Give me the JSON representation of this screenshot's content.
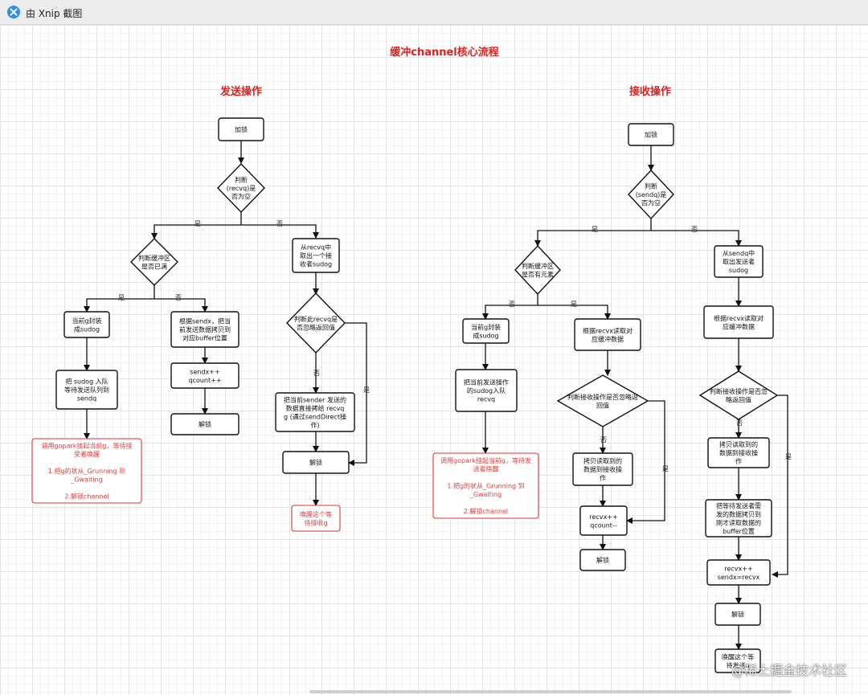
{
  "window": {
    "title": "由 Xnip 截图"
  },
  "diagram": {
    "title": "缓冲channel核心流程",
    "send_title": "发送操作",
    "recv_title": "接收操作",
    "send": {
      "lock": "加锁",
      "check_recvq": [
        "判断",
        "(recvq)是",
        "否为空"
      ],
      "yes": "是",
      "no": "否",
      "check_full": [
        "判断缓冲区",
        "是否已满"
      ],
      "take_receiver": [
        "从recvq中",
        "取出一个接",
        "收者sudog"
      ],
      "wrap_sudog": [
        "当前g封装",
        "成sudog"
      ],
      "copy_to_buffer": [
        "根据sendx，把当",
        "前发送数据拷贝到",
        "对应buffer位置"
      ],
      "check_ignore": [
        "判断此recvq是",
        "否忽略返回值"
      ],
      "enqueue": [
        "把 sudog 入队",
        "等待发送队列到",
        "sendq"
      ],
      "increment": [
        "sendx++",
        "qcount++"
      ],
      "unlock": "解锁",
      "direct_copy": [
        "把当前sender 发送的",
        "数据直接拷给 recvq",
        "g (通过sendDirect操",
        "作)"
      ],
      "gopark": [
        "调用gopark挂起当前g，等待接",
        "受者唤醒",
        "",
        "1.把g的状从_Grunning 到",
        "_Gwaiting",
        "",
        "2.解锁channel"
      ],
      "unlock2": "解锁",
      "wake": [
        "唤醒这个等",
        "待接收g"
      ]
    },
    "recv": {
      "lock": "加锁",
      "check_sendq": [
        "判断",
        "(sendq)是",
        "否为空"
      ],
      "yes": "是",
      "no": "否",
      "check_elems": [
        "判断缓冲区",
        "是否有元素"
      ],
      "take_sender": [
        "从sendq中",
        "取出发送者",
        "sudog"
      ],
      "wrap_sudog": [
        "当前g封装",
        "成sudog"
      ],
      "read_buffer": [
        "根据recvx读取对",
        "应缓冲数据"
      ],
      "read_buffer2": [
        "根据recvx读取对",
        "应缓冲数据"
      ],
      "enqueue": [
        "把当前发送操作",
        "的sudog入队",
        "recvq"
      ],
      "check_ignore": [
        "判断接收操作是否忽略返",
        "回值"
      ],
      "check_ignore2": [
        "判断接收操作是否忽",
        "略返回值"
      ],
      "gopark": [
        "调用gopark挂起当前g，等待发",
        "送者唤醒",
        "",
        "1.把g的状从_Grunning 到",
        "_Gwaiting",
        "",
        "2.解锁channel"
      ],
      "copy_received": [
        "拷贝读取到的",
        "数据到接收操",
        "作"
      ],
      "copy_received2": [
        "拷贝读取到的",
        "数据到接收操",
        "作"
      ],
      "increment": [
        "recvx++",
        "qcount--"
      ],
      "unlock": "解锁",
      "copy_sender": [
        "把等待发送者需",
        "发的数据拷贝到",
        "刚才读取数据的",
        "buffer位置"
      ],
      "increment2": [
        "recvx++",
        "sendx=recvx"
      ],
      "unlock2": "解锁",
      "wake": [
        "唤醒这个等",
        "待发送g"
      ]
    }
  },
  "watermark": "@稀土掘金技术社区",
  "colors": {
    "title_red": "#e02020",
    "note_red": "#e53935",
    "stroke": "#111111"
  }
}
